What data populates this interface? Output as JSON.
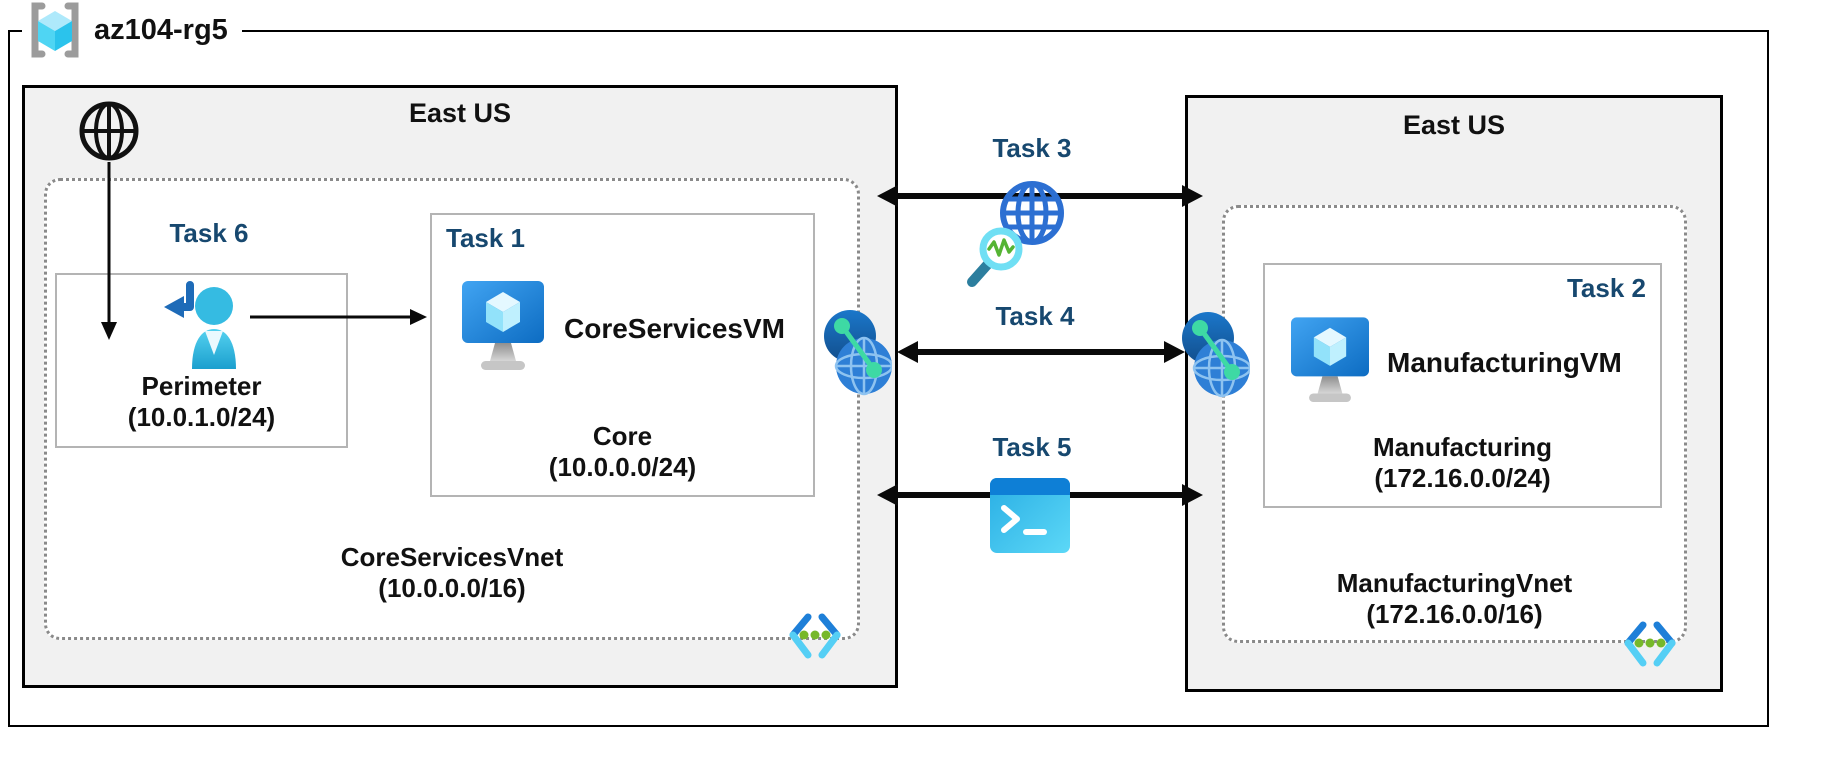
{
  "diagram": {
    "resource_group": {
      "label": "az104-rg5"
    },
    "left_region": {
      "title": "East US",
      "task6_label": "Task 6",
      "perimeter_subnet": {
        "name": "Perimeter",
        "cidr": "(10.0.1.0/24)"
      },
      "task1_label": "Task 1",
      "vm_name": "CoreServicesVM",
      "subnet": {
        "name": "Core",
        "cidr": "(10.0.0.0/24)"
      },
      "vnet": {
        "name": "CoreServicesVnet",
        "cidr": "(10.0.0.0/16)"
      }
    },
    "right_region": {
      "title": "East US",
      "task2_label": "Task 2",
      "vm_name": "ManufacturingVM",
      "subnet": {
        "name": "Manufacturing",
        "cidr": "(172.16.0.0/24)"
      },
      "vnet": {
        "name": "ManufacturingVnet",
        "cidr": "(172.16.0.0/16)"
      }
    },
    "connections": {
      "task3_label": "Task 3",
      "task4_label": "Task 4",
      "task5_label": "Task 5"
    },
    "icons": {
      "resource_group": "resource-group-icon",
      "internet": "internet-globe-icon",
      "user_entry": "user-entry-icon",
      "virtual_machine": "vm-icon",
      "vnet_peering": "vnet-peering-icon",
      "network_watcher": "network-watcher-icon",
      "cloud_shell": "cloud-shell-icon",
      "virtual_network": "virtual-network-icon"
    },
    "colors": {
      "task_label_navy": "#17486F",
      "region_fill_gray": "#F1F1F1",
      "border_black": "#000000",
      "box_border_gray": "#B4B4B4",
      "dotted_border_gray": "#8A8A8A",
      "azure_blue": "#1E7FD8",
      "azure_cyan": "#50D0F0",
      "green_dot": "#76B82A"
    }
  }
}
